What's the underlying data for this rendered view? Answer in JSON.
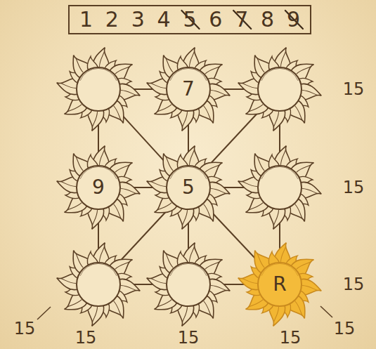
{
  "diagram": {
    "nodes": [
      {
        "text": [
          "1",
          "2",
          "3",
          "4",
          "5",
          "6",
          "7",
          "8",
          "9"
        ]
      },
      {
        "text": []
      },
      {
        "text": [
          "7"
        ]
      },
      {
        "text": []
      },
      {
        "text": [
          "9"
        ]
      },
      {
        "text": [
          "5"
        ]
      },
      {
        "text": []
      },
      {
        "text": []
      },
      {
        "text": []
      },
      {
        "text": [
          "R"
        ]
      }
    ],
    "edges": [
      {
        "from": 1,
        "to": 2,
        "arrow": "none"
      },
      {
        "from": 2,
        "to": 3,
        "arrow": "none"
      },
      {
        "from": 4,
        "to": 5,
        "arrow": "none"
      },
      {
        "from": 5,
        "to": 6,
        "arrow": "none"
      },
      {
        "from": 7,
        "to": 8,
        "arrow": "none"
      },
      {
        "from": 8,
        "to": 9,
        "arrow": "none"
      },
      {
        "from": 1,
        "to": 4,
        "arrow": "none"
      },
      {
        "from": 4,
        "to": 7,
        "arrow": "none"
      },
      {
        "from": 2,
        "to": 5,
        "arrow": "none"
      },
      {
        "from": 5,
        "to": 8,
        "arrow": "none"
      },
      {
        "from": 3,
        "to": 6,
        "arrow": "none"
      },
      {
        "from": 6,
        "to": 9,
        "arrow": "none"
      },
      {
        "from": 1,
        "to": 5,
        "arrow": "none"
      },
      {
        "from": 3,
        "to": 5,
        "arrow": "none"
      },
      {
        "from": 5,
        "to": 7,
        "arrow": "none"
      },
      {
        "from": 5,
        "to": 9,
        "arrow": "none"
      }
    ],
    "labels": [
      "15",
      "15",
      "15",
      "15",
      "15",
      "15",
      "15",
      "15"
    ]
  }
}
